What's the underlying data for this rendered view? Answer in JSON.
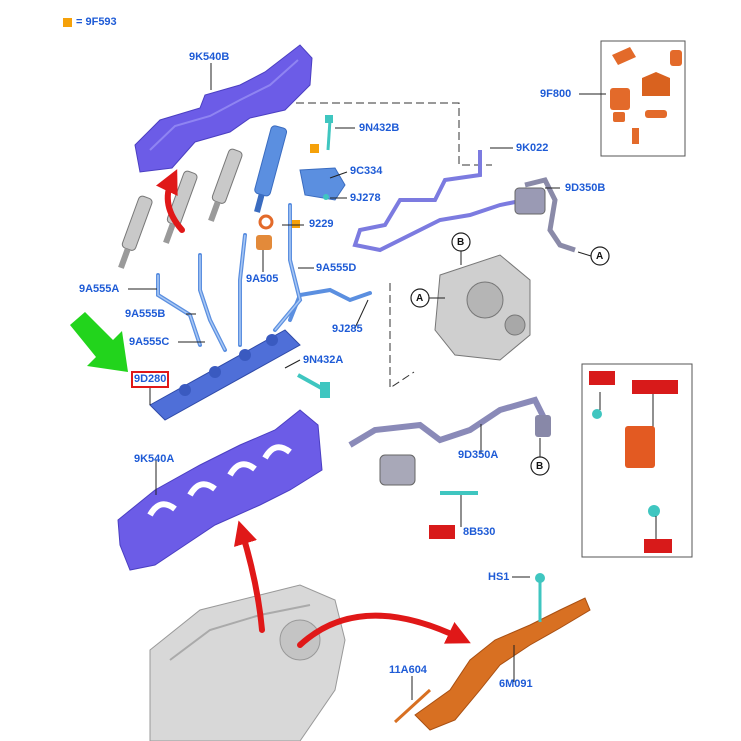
{
  "legend": {
    "marker_color": "#f5a10a",
    "text": "= 9F593"
  },
  "colors": {
    "label": "#1e5bd6",
    "cover": "#6c5ce7",
    "pipe": "#5b8fe0",
    "orange_part": "#e36a2a",
    "arrow_red": "#e01818",
    "arrow_green": "#22d41c",
    "highlight_box": "#e01818"
  },
  "labels": {
    "top_cover": "9K540B",
    "bolt_top": "9N432B",
    "sensor": "9C334",
    "clip": "9J278",
    "seal": "9229",
    "washer": "9A505",
    "pipe_d": "9A555D",
    "pipe_a": "9A555A",
    "pipe_b": "9A555B",
    "pipe_c": "9A555C",
    "fuel_rail": "9D280",
    "bolt_rail": "9N432A",
    "return_pipe": "9J285",
    "bottom_cover": "9K540A",
    "hose_top": "9K022",
    "hose_assembly": "9D350B",
    "caps_kit": "9F800",
    "hose_lower": "9D350A",
    "stud": "8B530",
    "screw": "HS1",
    "harness": "6M091",
    "sensor_lower": "11A604",
    "callout_a": "A",
    "callout_b": "B"
  },
  "redacted_tags": [
    "",
    "",
    "",
    "",
    ""
  ]
}
